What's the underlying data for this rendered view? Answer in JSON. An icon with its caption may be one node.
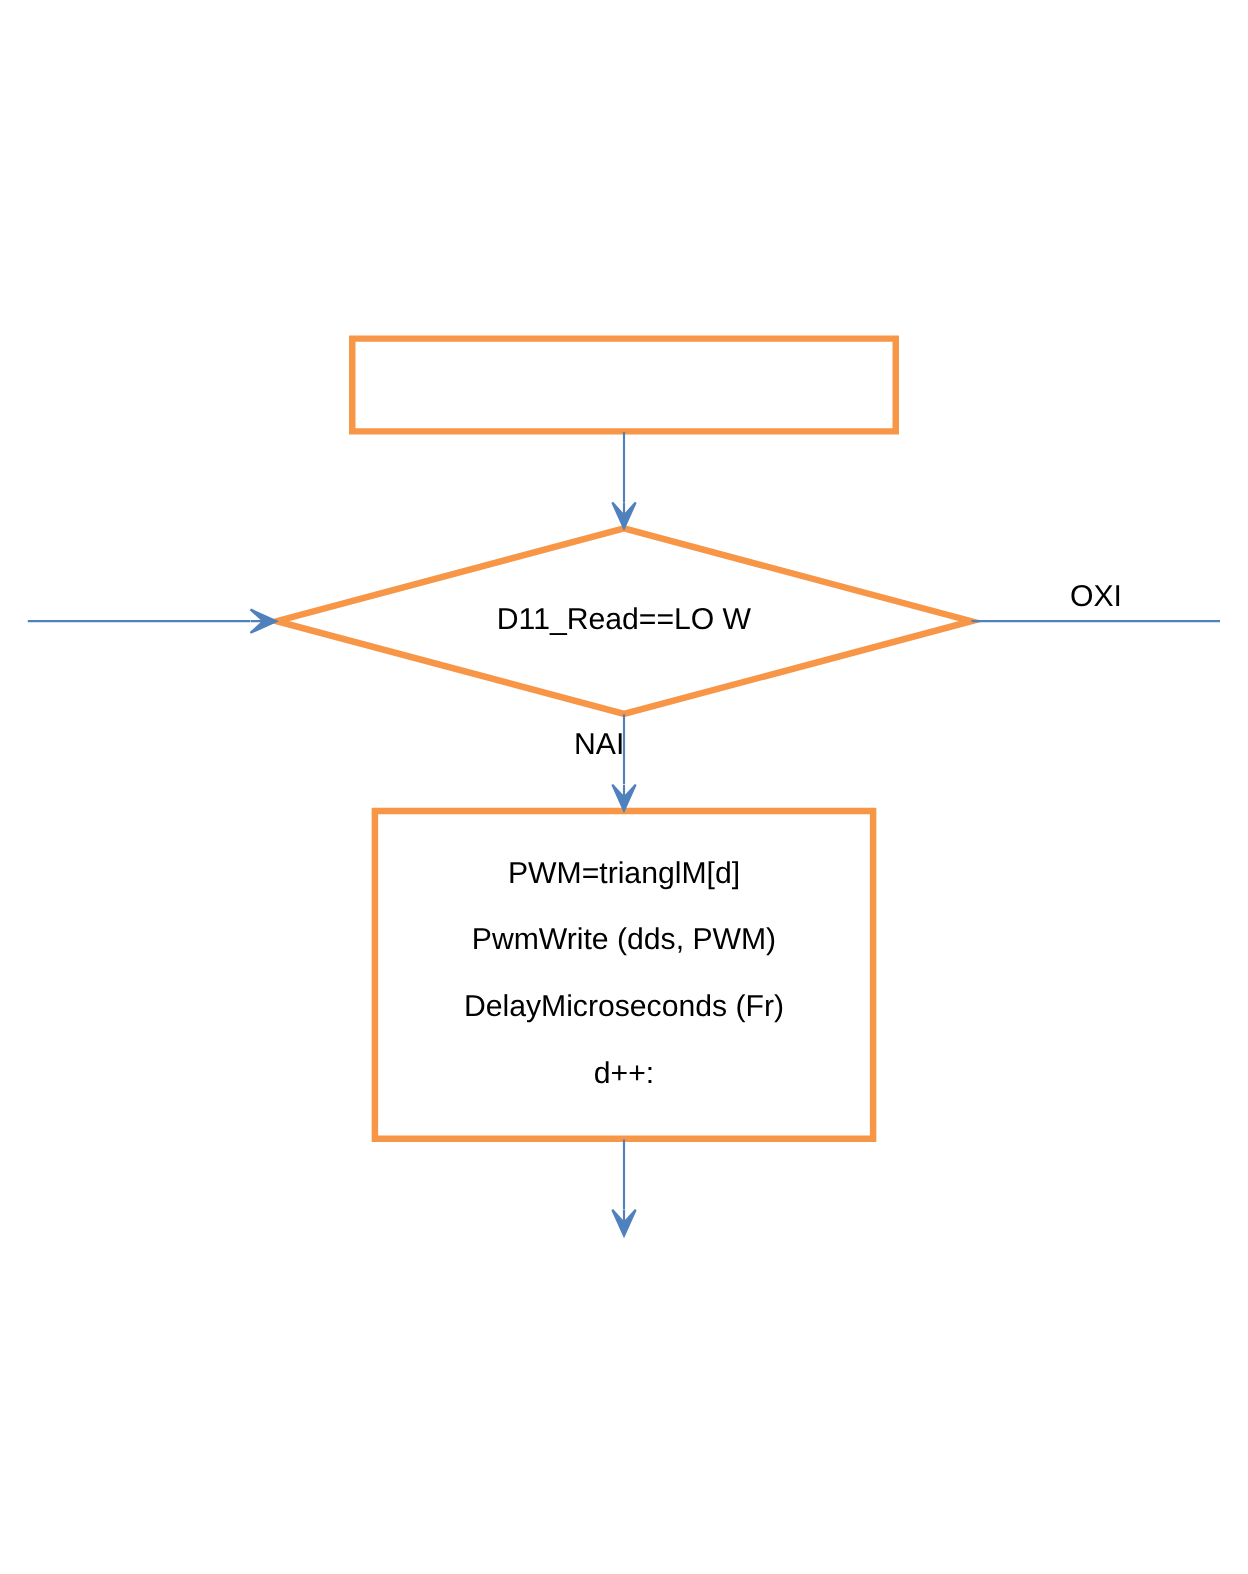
{
  "diagram": {
    "nodes": [
      {
        "text": [],
        "shape": "box"
      },
      {
        "text": [
          "D11_Read==LO W"
        ]
      },
      {
        "text": [
          "PWM=trianglM[d]",
          "PwmWrite (dds, PWM)",
          "DelayMicroseconds (Fr)",
          "d++:"
        ]
      }
    ],
    "edges": [
      {
        "from": 0,
        "to": 1,
        "arrow": "to"
      },
      {
        "from": 1,
        "to": 2,
        "arrow": "to",
        "label": "NAI"
      },
      {
        "from": 1,
        "to": null,
        "arrow": "none",
        "label": "OXI"
      },
      {
        "from": 2,
        "to": null,
        "arrow": "to"
      },
      {
        "from": null,
        "to": 1,
        "arrow": "to"
      }
    ]
  }
}
